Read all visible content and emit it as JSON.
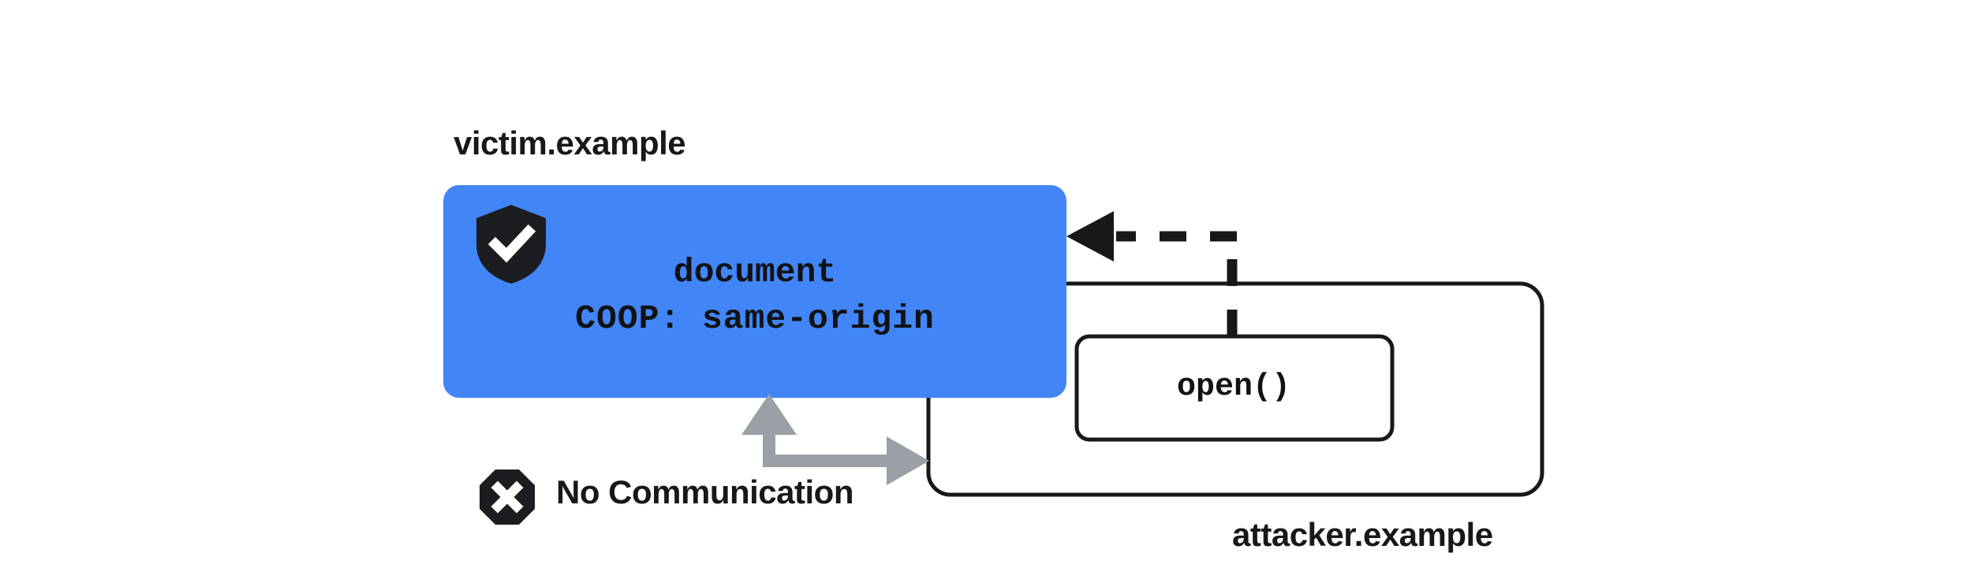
{
  "diagram": {
    "title_victim": "victim.example",
    "title_attacker": "attacker.example",
    "victim_box": {
      "line1": "document",
      "line2": "COOP: same-origin",
      "fill_color": "#4285f7",
      "shield_icon": "shield-check-icon"
    },
    "attacker_box": {
      "border_color": "#17181a",
      "child_box_label": "open()"
    },
    "annotations": {
      "no_communication": "No Communication",
      "no_communication_icon": "stop-x-octagon-icon",
      "open_arrow_icon": "dashed-arrow-left-icon",
      "blocked_arrow_icon": "gray-elbow-arrow-icon"
    },
    "colors": {
      "blue": "#4285f7",
      "ink": "#17181a",
      "gray_arrow": "#9aa0a6",
      "white": "#ffffff"
    }
  }
}
